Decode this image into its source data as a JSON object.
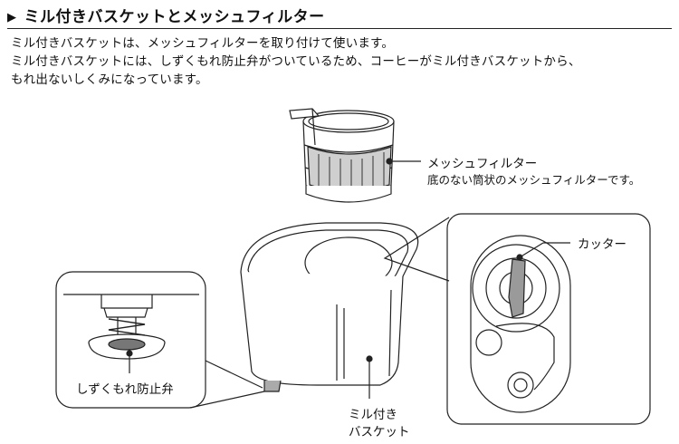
{
  "section": {
    "heading": "ミル付きバスケットとメッシュフィルター",
    "paragraphs": [
      "ミル付きバスケットは、メッシュフィルターを取り付けて使います。",
      "ミル付きバスケットには、しずくもれ防止弁がついているため、コーヒーがミル付きバスケットから、",
      "もれ出ないしくみになっています。"
    ]
  },
  "figure": {
    "labels": {
      "mesh_filter_title": "メッシュフィルター",
      "mesh_filter_desc": "底のない筒状のメッシュフィルターです。",
      "cutter": "カッター",
      "valve": "しずくもれ防止弁",
      "basket_line1": "ミル付き",
      "basket_line2": "バスケット"
    }
  }
}
